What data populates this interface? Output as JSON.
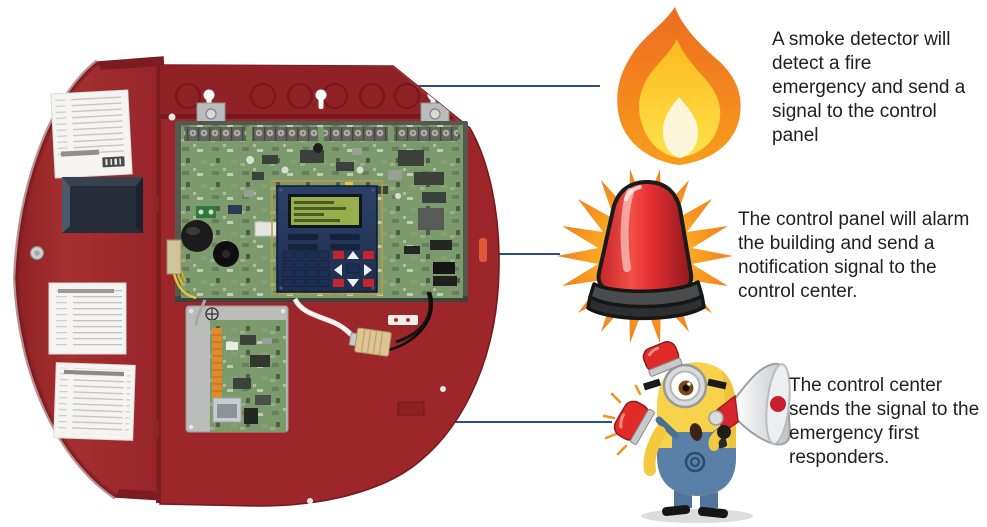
{
  "page": {
    "background": "#ffffff"
  },
  "panel": {
    "label": "Fire alarm control panel with open red door, main circuit board, LCD display, keypad and expansion board",
    "colors": {
      "enclosure_red": "#9d262a",
      "pcb_green": "#7c9b6d",
      "lcd_module_navy": "#26395e",
      "lcd_screen_green": "#98ae4b"
    }
  },
  "connector": {
    "color": "#2e4d8e"
  },
  "text_color": "#1f1f1f",
  "steps": [
    {
      "id": "smoke-detection",
      "icon": "flame-icon",
      "icon_colors": {
        "outer": "#f08021",
        "inner": "#ffd62e",
        "core": "#fdf6d8"
      },
      "text": "A smoke detector will\ndetect a fire\nemergency and send a\nsignal to the control\npanel"
    },
    {
      "id": "building-alarm",
      "icon": "siren-icon",
      "icon_colors": {
        "burst": "#f7941d",
        "dome": "#e02a2e",
        "base": "#3a3a3c"
      },
      "text": "The control panel will alarm\nthe building and send a\nnotification signal to the\ncontrol center."
    },
    {
      "id": "dispatch-responders",
      "icon": "minion-megaphone-icon",
      "icon_colors": {
        "body": "#f8d24b",
        "overalls": "#5b80a8",
        "megaphone_red": "#d6252c"
      },
      "text": "The control center\nsends the signal to the\nemergency first\nresponders."
    }
  ]
}
